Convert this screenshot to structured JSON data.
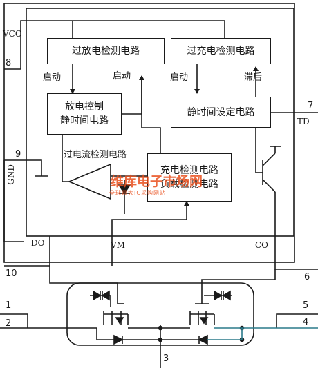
{
  "blocks": {
    "overdischarge_detect": "过放电检测电路",
    "overcharge_detect": "过充电检测电路",
    "discharge_control": [
      "放电控制",
      "静时间电路"
    ],
    "static_time_setting": "静时间设定电路",
    "charge_load_detect": [
      "充电检测电路",
      "负载检测电路"
    ]
  },
  "labels": {
    "start_left": "启动",
    "start_mid": "启动",
    "start_right": "启动",
    "delay": "滞后",
    "overcurrent": "过电流检测电路"
  },
  "pins": {
    "p8": "8",
    "vcc": "VCC",
    "p9": "9",
    "gnd": "GND",
    "p7": "7",
    "td": "TD",
    "do": "DO",
    "vm": "VM",
    "co": "CO",
    "p10": "10",
    "p6": "6",
    "p1": "1",
    "p2": "2",
    "p5": "5",
    "p4": "4",
    "p3": "3"
  },
  "watermark": {
    "brand": "维库电子市场网",
    "sub": "全球最大IC采购网站"
  },
  "colors": {
    "line": "#1a1a1a",
    "accent_line": "#2a7a8a",
    "watermark": "#e94f1d"
  }
}
